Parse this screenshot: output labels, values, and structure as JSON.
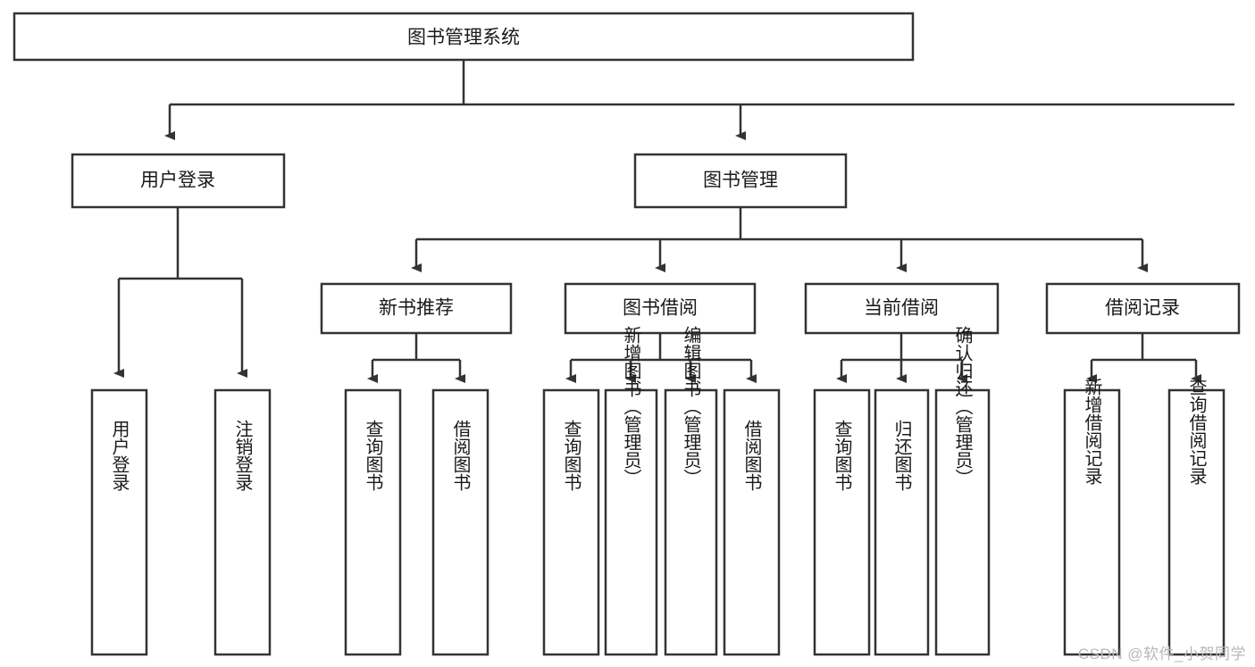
{
  "diagram": {
    "type": "tree-hierarchy",
    "title": "图书管理系统",
    "watermark": "CSDN @软件_小贺同学",
    "colors": {
      "background": "#ffffff",
      "box_fill": "#ffffff",
      "box_stroke": "#333333",
      "text": "#1a1a1a",
      "watermark": "#b8b8b8"
    },
    "levels": {
      "root": {
        "label": "图书管理系统"
      },
      "level2": [
        {
          "label": "用户登录"
        },
        {
          "label": "图书管理"
        }
      ],
      "level3": [
        {
          "label": "新书推荐"
        },
        {
          "label": "图书借阅"
        },
        {
          "label": "当前借阅"
        },
        {
          "label": "借阅记录"
        }
      ],
      "leaves": {
        "user_login": [
          {
            "label": "用户登录"
          },
          {
            "label": "注销登录"
          }
        ],
        "new_book_recommend": [
          {
            "label": "查询图书"
          },
          {
            "label": "借阅图书"
          }
        ],
        "book_borrow": [
          {
            "label": "查询图书"
          },
          {
            "label": "新增图书（管理员）"
          },
          {
            "label": "编辑图书（管理员）"
          },
          {
            "label": "借阅图书"
          }
        ],
        "current_borrow": [
          {
            "label": "查询图书"
          },
          {
            "label": "归还图书"
          },
          {
            "label": "确认归还（管理员）"
          }
        ],
        "borrow_record": [
          {
            "label": "新增借阅记录"
          },
          {
            "label": "查询借阅记录"
          }
        ]
      }
    }
  }
}
